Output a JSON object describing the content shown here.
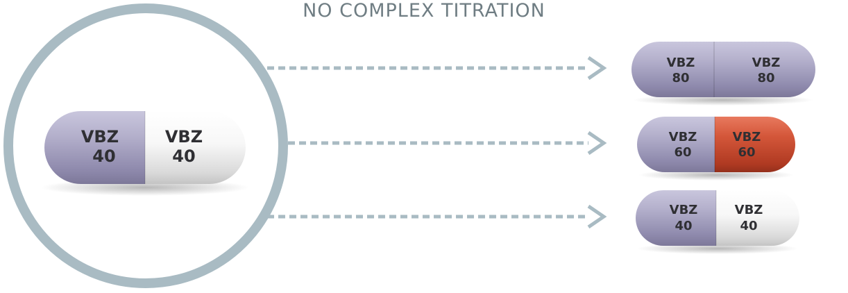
{
  "title": "NO COMPLEX TITRATION",
  "colors": {
    "circle": "#a9bbc3",
    "arrow": "#a9bbc3",
    "lavender": "#a8a4c2",
    "white": "#f4f4f4",
    "orange": "#cc4a2e",
    "text": "#2f2f33"
  },
  "source_capsule": {
    "left": {
      "line1": "VBZ",
      "line2": "40",
      "color": "lavender"
    },
    "right": {
      "line1": "VBZ",
      "line2": "40",
      "color": "white"
    }
  },
  "target_capsules": [
    {
      "name": "capsule-80",
      "left": {
        "line1": "VBZ",
        "line2": "80",
        "color": "lavender"
      },
      "right": {
        "line1": "VBZ",
        "line2": "80",
        "color": "lavender"
      }
    },
    {
      "name": "capsule-60",
      "left": {
        "line1": "VBZ",
        "line2": "60",
        "color": "lavender"
      },
      "right": {
        "line1": "VBZ",
        "line2": "60",
        "color": "orange"
      }
    },
    {
      "name": "capsule-40",
      "left": {
        "line1": "VBZ",
        "line2": "40",
        "color": "lavender"
      },
      "right": {
        "line1": "VBZ",
        "line2": "40",
        "color": "white"
      }
    }
  ]
}
